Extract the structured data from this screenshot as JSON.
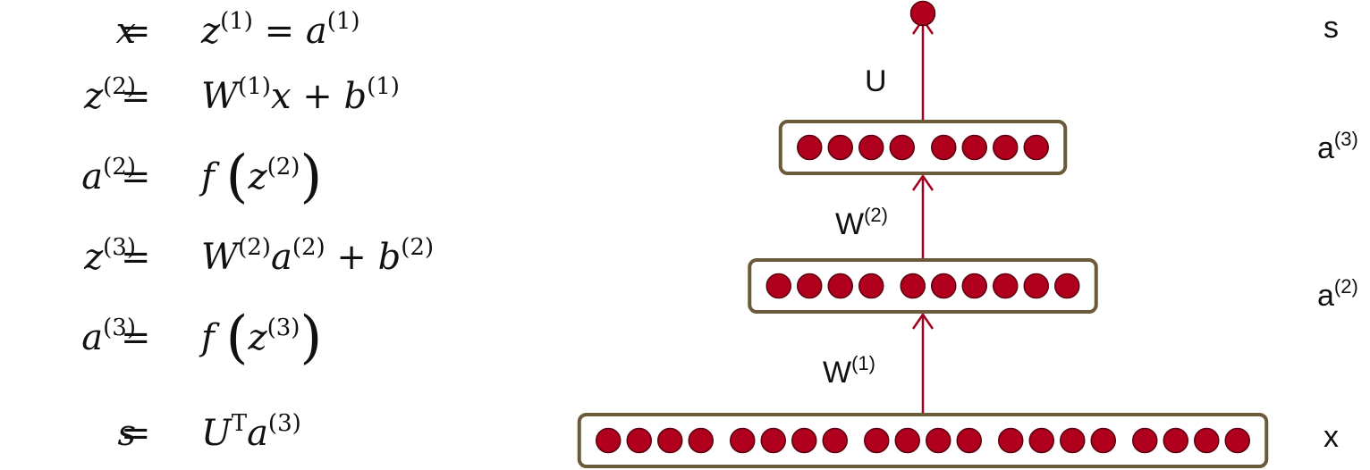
{
  "equations": [
    {
      "lhs": "x",
      "lhs_sup": "",
      "eq": "=",
      "rhs_html": "z<sup>(1)</sup> = a<sup>(1)</sup>"
    },
    {
      "lhs": "z",
      "lhs_sup": "(2)",
      "eq": "=",
      "rhs_html": "W<sup>(1)</sup>x + b<sup>(1)</sup>"
    },
    {
      "lhs": "a",
      "lhs_sup": "(2)",
      "eq": "=",
      "rhs_html": "f <span class=\"paren\">(</span>z<sup>(2)</sup><span class=\"paren\">)</span>"
    },
    {
      "lhs": "z",
      "lhs_sup": "(3)",
      "eq": "=",
      "rhs_html": "W<sup>(2)</sup>a<sup>(2)</sup> + b<sup>(2)</sup>"
    },
    {
      "lhs": "a",
      "lhs_sup": "(3)",
      "eq": "=",
      "rhs_html": "f <span class=\"paren\">(</span>z<sup>(3)</sup><span class=\"paren\">)</span>"
    },
    {
      "lhs": "s",
      "lhs_sup": "",
      "eq": "=",
      "rhs_html": "U<sup>T</sup>a<sup>(3)</sup>"
    }
  ],
  "network": {
    "colors": {
      "box": "#6b5a3a",
      "neuron": "#b0001e",
      "neuron_stroke": "#5a000e",
      "arrow": "#a30020"
    },
    "layers": [
      {
        "name": "x",
        "groups": [
          4,
          4,
          4,
          4,
          4
        ]
      },
      {
        "name": "a",
        "sup": "(2)",
        "groups": [
          4,
          6
        ]
      },
      {
        "name": "a",
        "sup": "(3)",
        "groups": [
          4,
          4
        ]
      }
    ],
    "edge_labels": [
      {
        "text": "W",
        "sup": "(1)"
      },
      {
        "text": "W",
        "sup": "(2)"
      },
      {
        "text": "U",
        "sup": ""
      }
    ],
    "output": {
      "name": "s"
    }
  }
}
